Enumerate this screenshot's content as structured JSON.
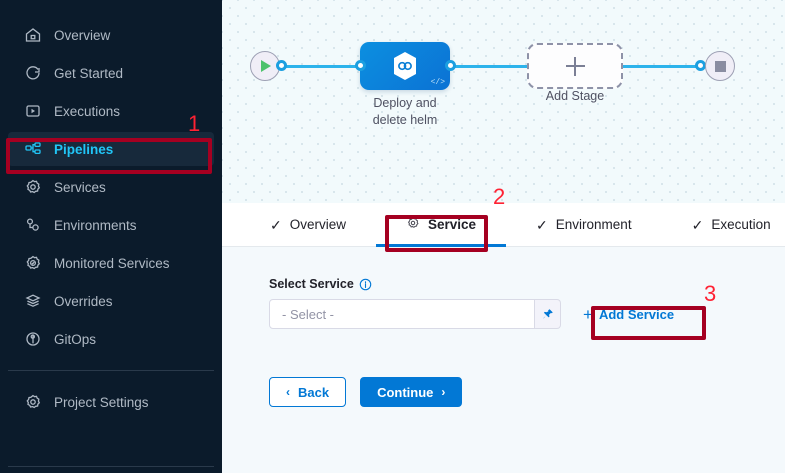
{
  "sidebar": {
    "items": [
      {
        "label": "Overview",
        "icon": "home-icon",
        "active": false
      },
      {
        "label": "Get Started",
        "icon": "rocket-icon",
        "active": false
      },
      {
        "label": "Executions",
        "icon": "play-box-icon",
        "active": false
      },
      {
        "label": "Pipelines",
        "icon": "pipeline-icon",
        "active": true
      },
      {
        "label": "Services",
        "icon": "gear-icon",
        "active": false
      },
      {
        "label": "Environments",
        "icon": "environments-icon",
        "active": false
      },
      {
        "label": "Monitored Services",
        "icon": "monitored-services-icon",
        "active": false
      },
      {
        "label": "Overrides",
        "icon": "layers-icon",
        "active": false
      },
      {
        "label": "GitOps",
        "icon": "gitops-icon",
        "active": false
      }
    ],
    "settings": {
      "label": "Project Settings",
      "icon": "gear-icon"
    }
  },
  "canvas": {
    "start_node": {
      "name": "start-node",
      "icon": "play-icon"
    },
    "end_node": {
      "name": "end-node",
      "icon": "stop-icon"
    },
    "stage": {
      "label_line1": "Deploy and",
      "label_line2": "delete helm",
      "icon": "harness-hex-icon",
      "badge": "</>"
    },
    "add_stage": {
      "label": "Add Stage",
      "icon": "plus-icon"
    }
  },
  "tabs": [
    {
      "label": "Overview",
      "icon": "check-icon",
      "active": false
    },
    {
      "label": "Service",
      "icon": "gear-icon",
      "active": true
    },
    {
      "label": "Environment",
      "icon": "check-icon",
      "active": false
    },
    {
      "label": "Execution",
      "icon": "check-icon",
      "active": false
    }
  ],
  "panel": {
    "field_label": "Select Service",
    "info_icon": "info-icon",
    "select_placeholder": "- Select -",
    "select_value": "",
    "pin_icon": "thumbtack-icon",
    "add_service_label": "Add Service",
    "add_service_plus": "+",
    "back_label": "Back",
    "back_chevron": "‹",
    "continue_label": "Continue",
    "continue_chevron": "›"
  },
  "annotations": [
    {
      "number": "1",
      "target": "sidebar-item-pipelines"
    },
    {
      "number": "2",
      "target": "tab-service"
    },
    {
      "number": "3",
      "target": "add-service-button"
    }
  ],
  "colors": {
    "accent_blue": "#0278D5",
    "sidebar_bg": "#0B1B2B",
    "active_nav_text": "#21C5F6",
    "annotation_box": "#A50021",
    "annotation_number": "#FF2233",
    "wire": "#2CB3EB"
  }
}
